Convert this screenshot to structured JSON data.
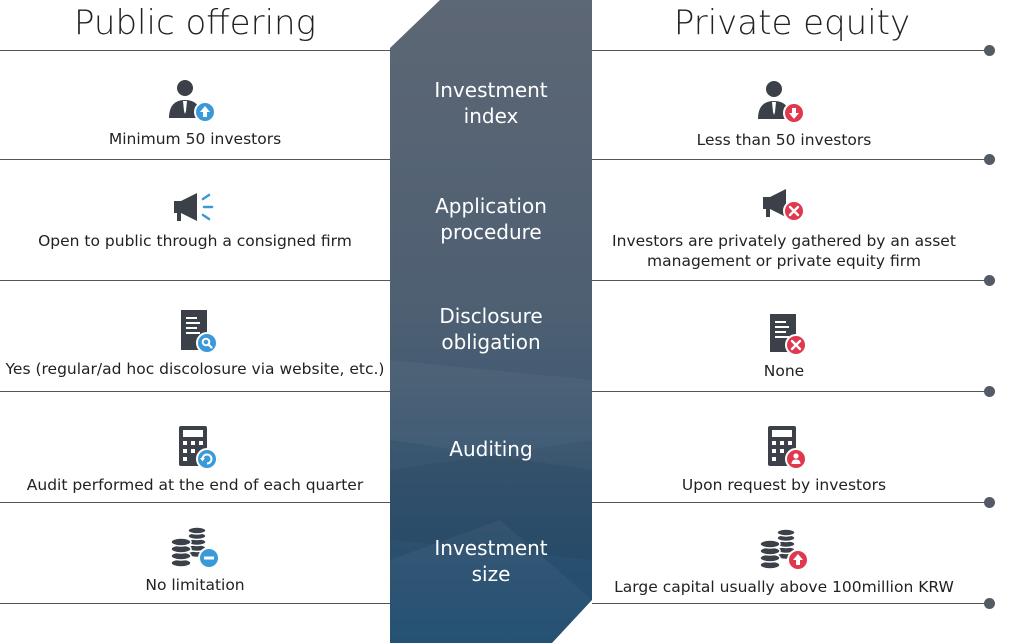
{
  "left_title": "Public offering",
  "right_title": "Private equity",
  "rows": [
    {
      "category": "Investment\nindex",
      "left": {
        "icon": "investor-up-icon",
        "text": "Minimum 50 investors"
      },
      "right": {
        "icon": "investor-down-icon",
        "text": "Less than 50 investors"
      }
    },
    {
      "category": "Application\nprocedure",
      "left": {
        "icon": "megaphone-icon",
        "text": "Open to public through a consigned firm"
      },
      "right": {
        "icon": "megaphone-x-icon",
        "text": "Investors are privately gathered by an asset\nmanagement or private equity firm"
      }
    },
    {
      "category": "Disclosure\nobligation",
      "left": {
        "icon": "document-search-icon",
        "text": "Yes (regular/ad hoc discolosure via website, etc.)"
      },
      "right": {
        "icon": "document-x-icon",
        "text": "None"
      }
    },
    {
      "category": "Auditing",
      "left": {
        "icon": "calculator-refresh-icon",
        "text": "Audit performed at the end of each quarter"
      },
      "right": {
        "icon": "calculator-person-icon",
        "text": "Upon request by investors"
      }
    },
    {
      "category": "Investment\nsize",
      "left": {
        "icon": "coins-minus-icon",
        "text": "No limitation"
      },
      "right": {
        "icon": "coins-up-icon",
        "text": "Large capital usually above 100million KRW"
      }
    }
  ],
  "colors": {
    "band_top": "#5d6775",
    "band_bottom": "#1d4a6e",
    "icon_dark": "#3b4049",
    "badge_blue": "#3a9ad9",
    "badge_red": "#e0384e",
    "line": "#555555"
  }
}
